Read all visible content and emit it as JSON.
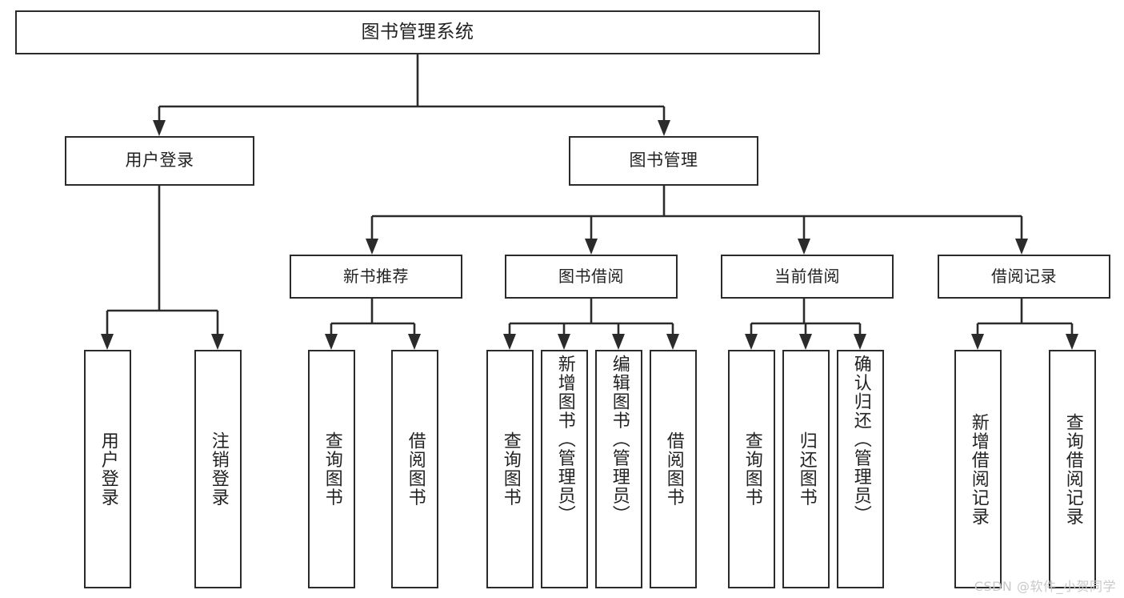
{
  "diagram": {
    "title": "图书管理系统",
    "type": "tree",
    "root": {
      "label": "图书管理系统"
    },
    "level2": [
      {
        "id": "user-login",
        "label": "用户登录"
      },
      {
        "id": "book-management",
        "label": "图书管理"
      }
    ],
    "level3": [
      {
        "id": "new-book-recommend",
        "label": "新书推荐",
        "parent": "book-management"
      },
      {
        "id": "book-borrow",
        "label": "图书借阅",
        "parent": "book-management"
      },
      {
        "id": "current-borrow",
        "label": "当前借阅",
        "parent": "book-management"
      },
      {
        "id": "borrow-record",
        "label": "借阅记录",
        "parent": "book-management"
      }
    ],
    "leaves": [
      {
        "id": "leaf-user-login",
        "label": "用户登录",
        "parent": "user-login"
      },
      {
        "id": "leaf-logout",
        "label": "注销登录",
        "parent": "user-login"
      },
      {
        "id": "leaf-query-book-1",
        "label": "查询图书",
        "parent": "new-book-recommend"
      },
      {
        "id": "leaf-borrow-book-1",
        "label": "借阅图书",
        "parent": "new-book-recommend"
      },
      {
        "id": "leaf-query-book-2",
        "label": "查询图书",
        "parent": "book-borrow"
      },
      {
        "id": "leaf-add-book",
        "label": "新增图书（管理员）",
        "parent": "book-borrow"
      },
      {
        "id": "leaf-edit-book",
        "label": "编辑图书（管理员）",
        "parent": "book-borrow"
      },
      {
        "id": "leaf-borrow-book-2",
        "label": "借阅图书",
        "parent": "book-borrow"
      },
      {
        "id": "leaf-query-book-3",
        "label": "查询图书",
        "parent": "current-borrow"
      },
      {
        "id": "leaf-return-book",
        "label": "归还图书",
        "parent": "current-borrow"
      },
      {
        "id": "leaf-confirm-return",
        "label": "确认归还（管理员）",
        "parent": "current-borrow"
      },
      {
        "id": "leaf-add-record",
        "label": "新增借阅记录",
        "parent": "borrow-record"
      },
      {
        "id": "leaf-query-record",
        "label": "查询借阅记录",
        "parent": "borrow-record"
      }
    ],
    "colors": {
      "stroke": "#2b2b2b",
      "fill": "#ffffff",
      "text": "#222222",
      "watermark": "#c9c9c9"
    }
  },
  "watermark": {
    "text": "CSDN @软件_小贺同学"
  }
}
